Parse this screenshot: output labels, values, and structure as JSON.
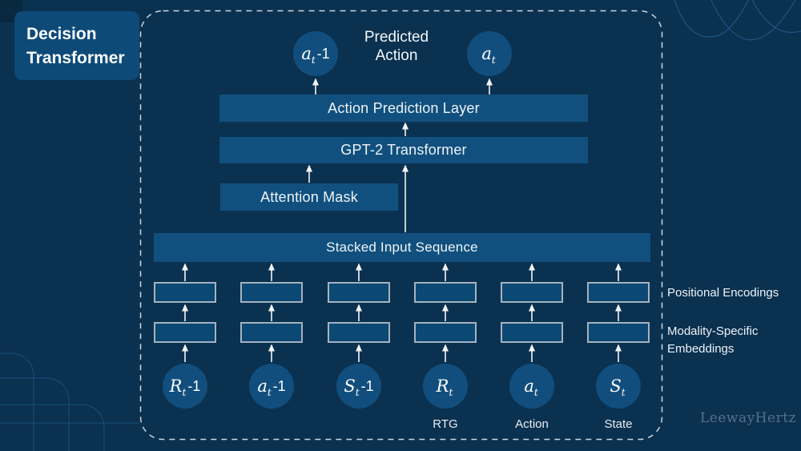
{
  "header": {
    "title_line1": "Decision",
    "title_line2": "Transformer"
  },
  "predicted_action": {
    "line1": "Predicted",
    "line2": "Action"
  },
  "output_tokens": [
    {
      "base": "a",
      "sub": "t",
      "suffix": "-1"
    },
    {
      "base": "a",
      "sub": "t",
      "suffix": ""
    }
  ],
  "layers": {
    "action_prediction": "Action Prediction Layer",
    "gpt2": "GPT-2 Transformer",
    "attention_mask": "Attention Mask",
    "stacked_input": "Stacked Input Sequence"
  },
  "annotations": {
    "positional": "Positional Encodings",
    "modality_line1": "Modality-Specific",
    "modality_line2": "Embeddings"
  },
  "input_tokens": [
    {
      "base": "R",
      "sub": "t",
      "suffix": "-1",
      "label": ""
    },
    {
      "base": "a",
      "sub": "t",
      "suffix": "-1",
      "label": ""
    },
    {
      "base": "S",
      "sub": "t",
      "suffix": "-1",
      "label": ""
    },
    {
      "base": "R",
      "sub": "t",
      "suffix": "",
      "label": "RTG"
    },
    {
      "base": "a",
      "sub": "t",
      "suffix": "",
      "label": "Action"
    },
    {
      "base": "S",
      "sub": "t",
      "suffix": "",
      "label": "State"
    }
  ],
  "watermark": "LeewayHertz",
  "colors": {
    "background": "#0b3150",
    "box": "#11507e",
    "small_box_border": "#a5b3bf",
    "title_box": "#0d4a78",
    "circle": "#114e7d",
    "dashed_border": "#ccd6dd",
    "arrow": "#f2f5f7",
    "watermark": "#56708a",
    "decoration_line": "#2e6fa5"
  }
}
